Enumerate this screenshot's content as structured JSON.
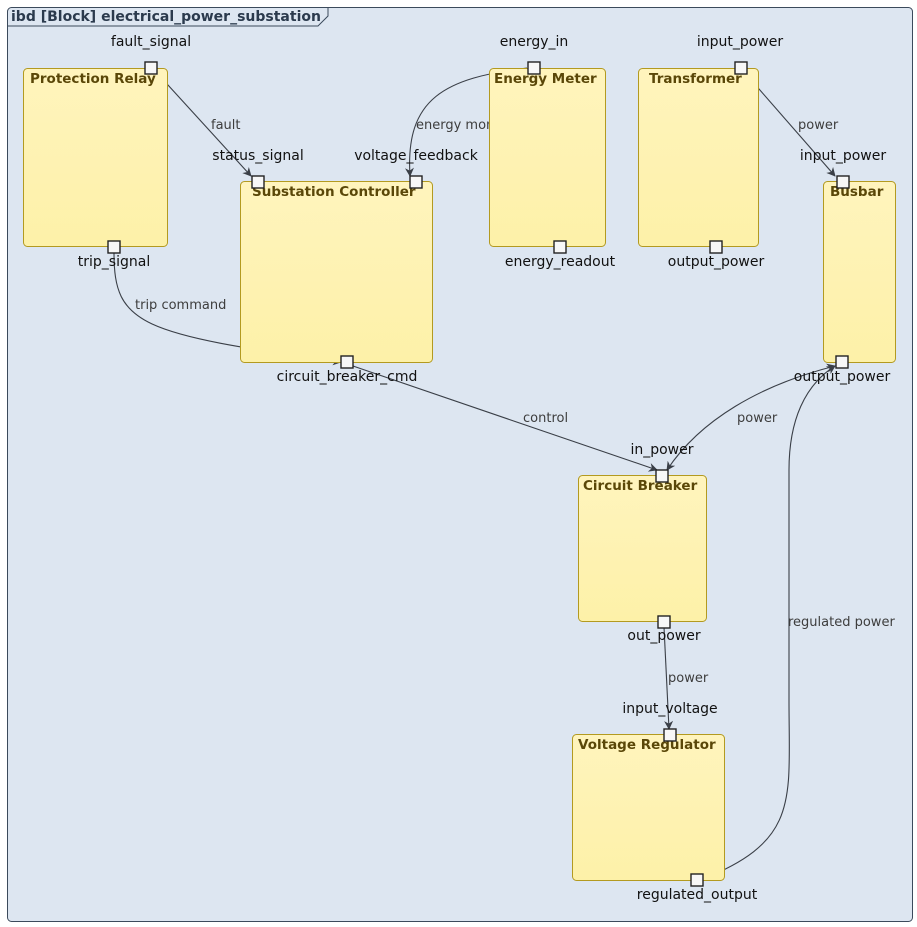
{
  "frame": {
    "title": "ibd [Block] electrical_power_substation"
  },
  "blocks": {
    "protection_relay": {
      "name": "Protection Relay"
    },
    "substation_controller": {
      "name": "Substation Controller"
    },
    "energy_meter": {
      "name": "Energy Meter"
    },
    "transformer": {
      "name": "Transformer"
    },
    "busbar": {
      "name": "Busbar"
    },
    "circuit_breaker": {
      "name": "Circuit Breaker"
    },
    "voltage_regulator": {
      "name": "Voltage Regulator"
    }
  },
  "ports": {
    "relay_fault_signal": "fault_signal",
    "relay_trip_signal": "trip_signal",
    "controller_status_signal": "status_signal",
    "controller_voltage_feedback": "voltage_feedback",
    "controller_circuit_breaker_cmd": "circuit_breaker_cmd",
    "meter_energy_in": "energy_in",
    "meter_energy_readout": "energy_readout",
    "transformer_input_power": "input_power",
    "transformer_output_power": "output_power",
    "busbar_input_power": "input_power",
    "busbar_output_power": "output_power",
    "breaker_in_power": "in_power",
    "breaker_out_power": "out_power",
    "regulator_input_voltage": "input_voltage",
    "regulator_regulated_output": "regulated_output"
  },
  "connectors": {
    "fault": "fault",
    "energy_monitoring": "energy monitoring",
    "power_transformer_busbar": "power",
    "trip_command": "trip command",
    "control": "control",
    "power_busbar_breaker": "power",
    "power_breaker_regulator": "power",
    "regulated_power": "regulated power"
  },
  "colors": {
    "frame_fill": "#dde6f1",
    "block_fill_top": "#fff2b8",
    "block_fill_bottom": "#fef3ad",
    "block_border": "#b39a20",
    "block_title": "#5a4708",
    "connector": "#3a3f47"
  }
}
